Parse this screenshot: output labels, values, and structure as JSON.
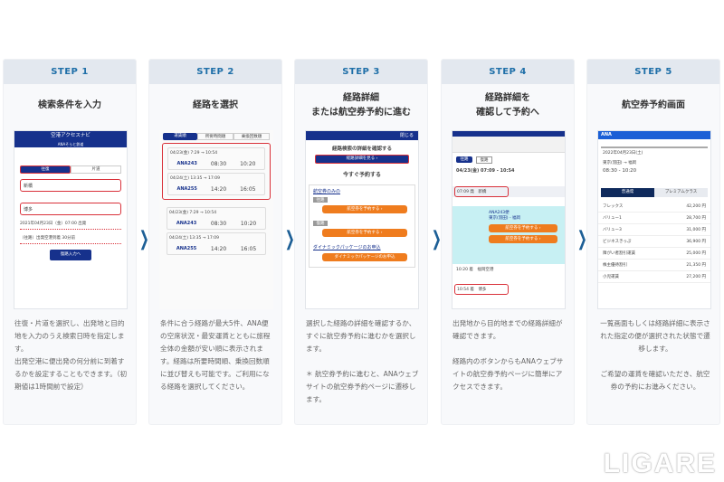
{
  "steps": [
    {
      "step": "STEP 1",
      "title": "検索条件を入力",
      "desc": "往復・片道を選択し、出発地と目的地を入力のうえ検索日時を指定します。\n出発空港に便出発の何分前に到着するかを設定することもできます。（初期値は1時間前で設定）",
      "screen": {
        "app": "空港アクセスナビ",
        "sub": "ANAそらと鉄道",
        "tab1": "往復",
        "tab2": "片道",
        "from": "新橋",
        "to": "博多",
        "date": "2021年04月23日（金）07:00 出発",
        "opt": "（往路）出発空港到着 30分前",
        "button": "復路入力へ"
      }
    },
    {
      "step": "STEP 2",
      "title": "経路を選択",
      "desc": "条件に合う経路が最大5件、ANA便の空席状況・最安運賃とともに旅程全体の金額が安い順に表示されます。経路は所要時間順、乗換回数順に並び替えも可能です。ご利用になる経路を選択してください。",
      "screen": {
        "tabs": [
          "運賃順",
          "所要時間順",
          "乗換回数順"
        ],
        "flights": [
          {
            "no": "ANA243",
            "dep": "08:30",
            "arr": "10:20",
            "time": "04/23(金) 7:29 → 10:54"
          },
          {
            "no": "ANA255",
            "dep": "14:20",
            "arr": "16:05",
            "time": "04/24(土) 13:35 → 17:09"
          },
          {
            "no": "ANA243",
            "dep": "08:30",
            "arr": "10:20",
            "time": "04/23(金) 7:29 → 10:54"
          },
          {
            "no": "ANA255",
            "dep": "14:20",
            "arr": "16:05",
            "time": "04/24(土) 13:35 → 17:09"
          }
        ]
      }
    },
    {
      "step": "STEP 3",
      "title": "経路詳細\nまたは航空券予約に進む",
      "desc": "選択した経路の詳細を確認するか、すぐに航空券予約に進むかを選択します。\n\n＊ 航空券予約に進むと、ANAウェブサイトの航空券予約ページに遷移します。",
      "screen": {
        "close": "閉じる",
        "heading1": "経路検索の詳細を確認する",
        "btn1": "経路詳細を見る ›",
        "heading2": "今すぐ予約する",
        "section": "航空券のみの",
        "tag1": "往路",
        "tag2": "復路",
        "book": "航空券を予約する ›",
        "package": "ダイナミックパッケージのお申込"
      }
    },
    {
      "step": "STEP 4",
      "title": "経路詳細を\n確認して予約へ",
      "desc": "出発地から目的地までの経路詳細が確認できます。\n\n経路内のボタンからもANAウェブサイトの航空券予約ページに簡単にアクセスできます。",
      "screen": {
        "tab1": "往路",
        "tab2": "復路",
        "time": "04/23(金) 07:09 - 10:54",
        "stops": [
          {
            "t": "07:09 発",
            "n": "新橋"
          },
          {
            "t": "10:20 着",
            "n": "福岡空港"
          },
          {
            "t": "10:54 着",
            "n": "博多"
          }
        ],
        "flight": "ANA243便",
        "route": "東京(羽田) - 福岡",
        "book": "航空券を予約する ›"
      }
    },
    {
      "step": "STEP 5",
      "title": "航空券予約画面",
      "desc": "一覧画面もしくは経路詳細に表示された指定の便が選択された状態で遷移します。\n\nご希望の運賃を確認いただき、航空券の予約にお進みください。",
      "screen": {
        "brand": "ANA",
        "date": "2022年04月23日(土)",
        "route": "東京(羽田) → 福岡",
        "times": "08:30 - 10:20",
        "tab1": "普通席",
        "tab2": "プレミアムクラス",
        "fares": [
          {
            "name": "フレックス",
            "price": "42,200 円"
          },
          {
            "name": "バリュー1",
            "price": "28,700 円"
          },
          {
            "name": "バリュー3",
            "price": "31,000 円"
          },
          {
            "name": "ビジネスきっぷ",
            "price": "36,900 円"
          },
          {
            "name": "障がい者割引運賃",
            "price": "25,000 円"
          },
          {
            "name": "株主優待割引",
            "price": "21,350 円"
          },
          {
            "name": "小児運賃",
            "price": "27,200 円"
          }
        ]
      }
    }
  ],
  "arrow": "❯",
  "watermark": "LIGARE"
}
